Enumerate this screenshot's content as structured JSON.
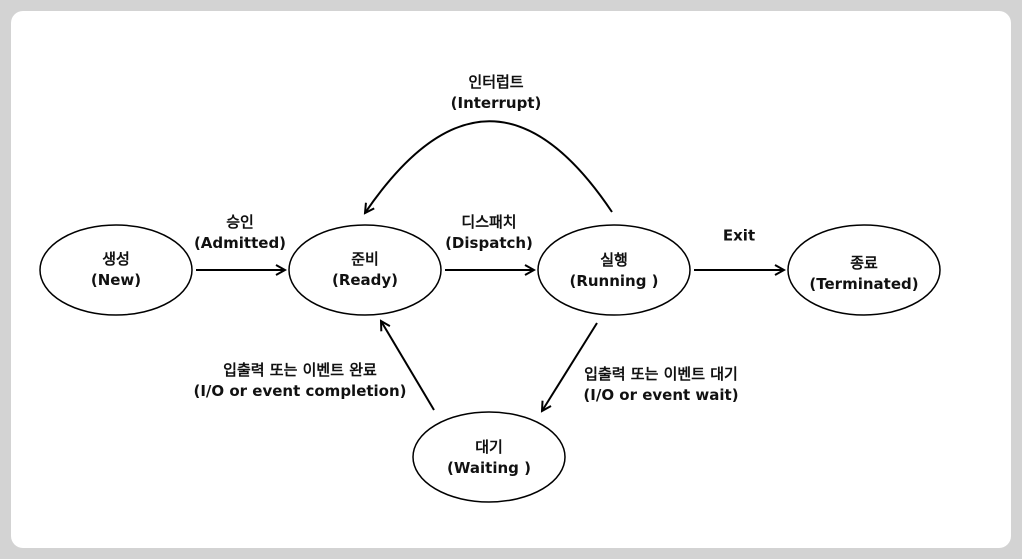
{
  "states": {
    "new": {
      "ko": "생성",
      "en": "(New)"
    },
    "ready": {
      "ko": "준비",
      "en": "(Ready)"
    },
    "running": {
      "ko": "실행",
      "en": "(Running )"
    },
    "terminated": {
      "ko": "종료",
      "en": "(Terminated)"
    },
    "waiting": {
      "ko": "대기",
      "en": "(Waiting )"
    }
  },
  "transitions": {
    "admitted": {
      "ko": "승인",
      "en": "(Admitted)"
    },
    "dispatch": {
      "ko": "디스패치",
      "en": "(Dispatch)"
    },
    "interrupt": {
      "ko": "인터럽트",
      "en": "(Interrupt)"
    },
    "exit": {
      "en": "Exit"
    },
    "io_wait": {
      "ko": "입출력 또는 이벤트 대기",
      "en": "(I/O or event wait)"
    },
    "io_complete": {
      "ko": "입출력 또는 이벤트 완료",
      "en": "(I/O or event completion)"
    }
  }
}
